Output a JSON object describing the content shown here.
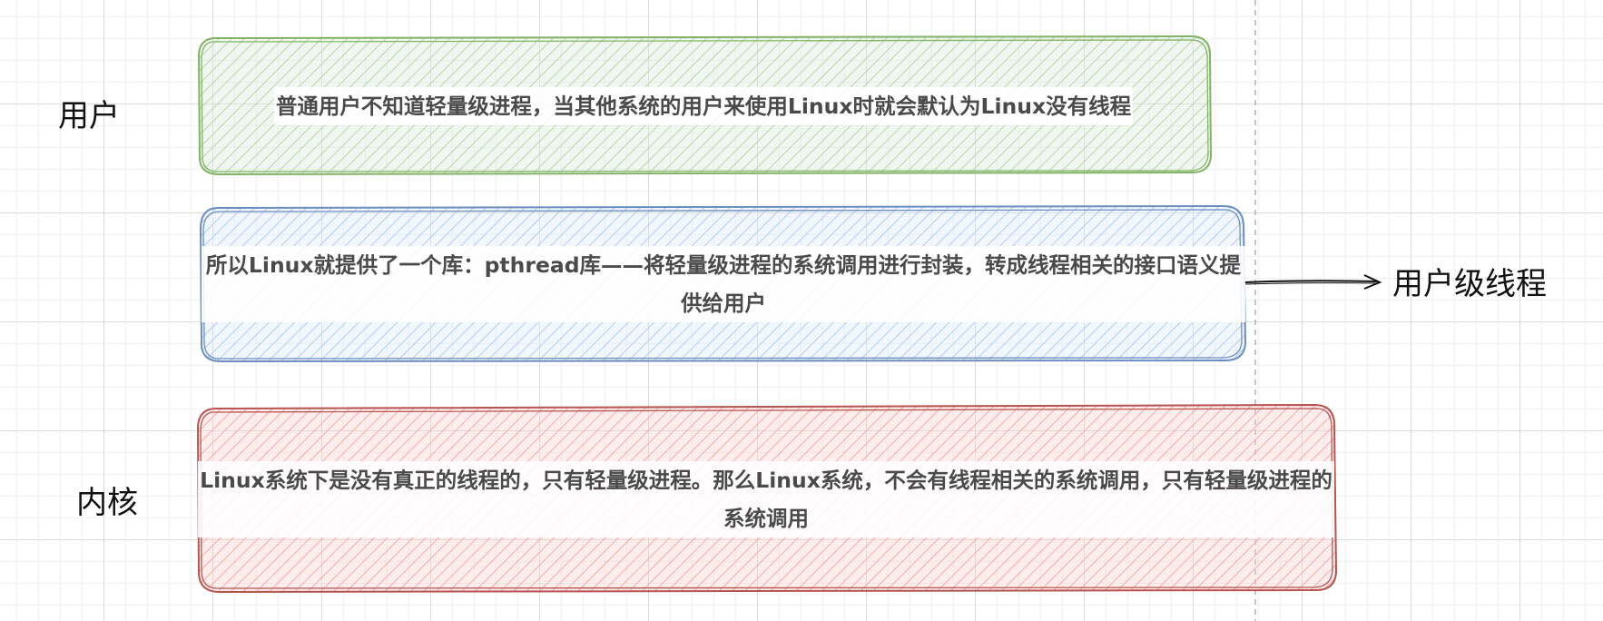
{
  "labels": {
    "user": "用户",
    "kernel": "内核",
    "user_level_thread": "用户级线程"
  },
  "boxes": {
    "green_text": "普通用户不知道轻量级进程，当其他系统的用户来使用Linux时就会默认为Linux没有线程",
    "blue_text": "所以Linux就提供了一个库：pthread库——将轻量级进程的系统调用进行封装，转成线程相关的接口语义提供给用户",
    "red_text": "Linux系统下是没有真正的线程的，只有轻量级进程。那么Linux系统，不会有线程相关的系统调用，只有轻量级进程的系统调用"
  },
  "colors": {
    "green_stroke": "#82b366",
    "green_fill": "#d5e8d4",
    "blue_stroke": "#6c8ebf",
    "blue_fill": "#dae8fc",
    "red_stroke": "#b85450",
    "red_fill": "#f8cecc",
    "text": "#4a4a4a"
  }
}
